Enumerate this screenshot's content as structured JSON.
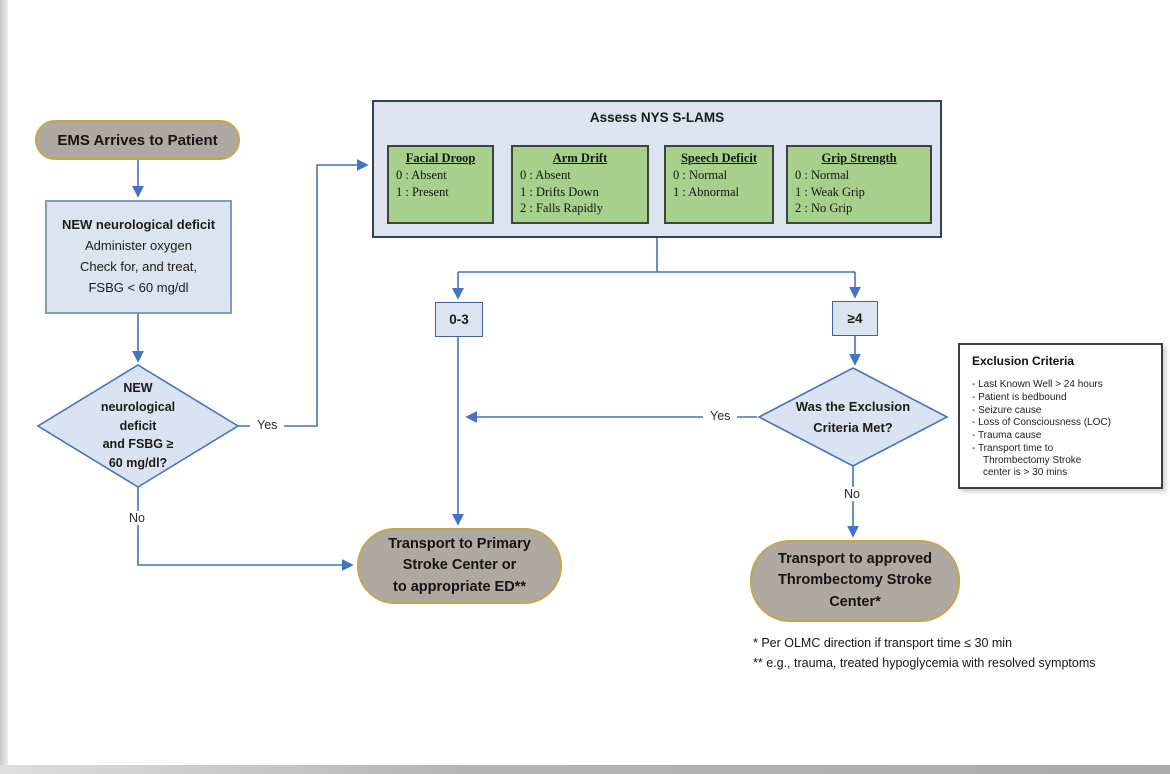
{
  "flowchart": {
    "start": {
      "label": "EMS Arrives to Patient"
    },
    "treat_box": {
      "title": "NEW neurological deficit",
      "lines": [
        "Administer oxygen",
        "Check for, and treat,",
        "FSBG < 60 mg/dl"
      ]
    },
    "slams": {
      "title": "Assess NYS S-LAMS",
      "categories": [
        {
          "title": "Facial Droop",
          "scores": [
            "0 : Absent",
            "1 : Present"
          ]
        },
        {
          "title": "Arm Drift",
          "scores": [
            "0 : Absent",
            "1 : Drifts Down",
            "2 : Falls Rapidly"
          ]
        },
        {
          "title": "Speech Deficit",
          "scores": [
            "0 : Normal",
            "1 : Abnormal"
          ]
        },
        {
          "title": "Grip Strength",
          "scores": [
            "0 : Normal",
            "1 : Weak Grip",
            "2 : No Grip"
          ]
        }
      ]
    },
    "score_low": "0-3",
    "score_high": "≥4",
    "deficit_diamond": {
      "lines": [
        "NEW",
        "neurological",
        "deficit",
        "and FSBG ≥",
        "60 mg/dl?"
      ]
    },
    "exclusion_diamond": {
      "lines": [
        "Was the Exclusion",
        "Criteria Met?"
      ]
    },
    "labels": {
      "yes": "Yes",
      "no": "No"
    },
    "primary_oval": {
      "lines": [
        "Transport to Primary",
        "Stroke Center or",
        "to appropriate ED**"
      ]
    },
    "thrombectomy_oval": {
      "lines": [
        "Transport to approved",
        "Thrombectomy Stroke",
        "Center*"
      ]
    },
    "exclusion_box": {
      "title": "Exclusion Criteria",
      "items": [
        "Last Known Well > 24 hours",
        "Patient is bedbound",
        "Seizure cause",
        "Loss of Consciousness (LOC)",
        "Trauma cause",
        "Transport time to Thrombectomy Stroke center is > 30 mins"
      ]
    },
    "footnotes": [
      "* Per OLMC direction if transport time ≤ 30 min",
      "** e.g., trauma, treated hypoglycemia with resolved symptoms"
    ],
    "colors": {
      "arrow": "#4472c4",
      "node_fill_blue": "#dbe5f1",
      "node_border_blue": "#7f9cc0",
      "slams_border": "#2f4358",
      "green_fill": "#a8d08d",
      "green_border": "#3c463c",
      "oval_fill": "#b0a9a1",
      "oval_border": "#c8a44c",
      "exclusion_border": "#3f3f3f"
    }
  }
}
